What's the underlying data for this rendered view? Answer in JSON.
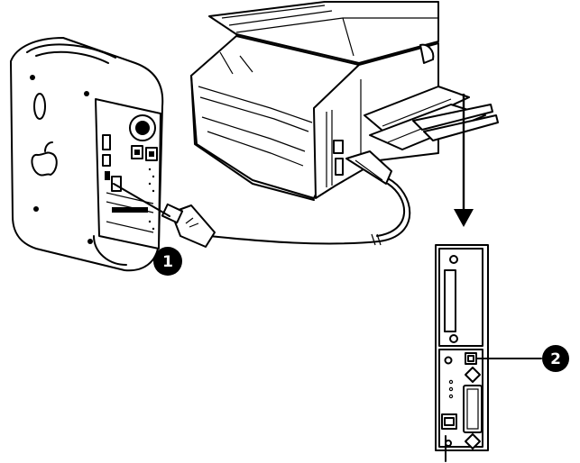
{
  "callouts": [
    {
      "id": "usb-connector",
      "number": "1"
    },
    {
      "id": "usb-port",
      "number": "2"
    }
  ],
  "icons": [
    "computer-tower-icon",
    "printer-icon",
    "usb-cable-icon",
    "interface-panel-icon",
    "arrow-down-icon"
  ],
  "colors": {
    "ink": "#000000",
    "background": "#ffffff"
  }
}
